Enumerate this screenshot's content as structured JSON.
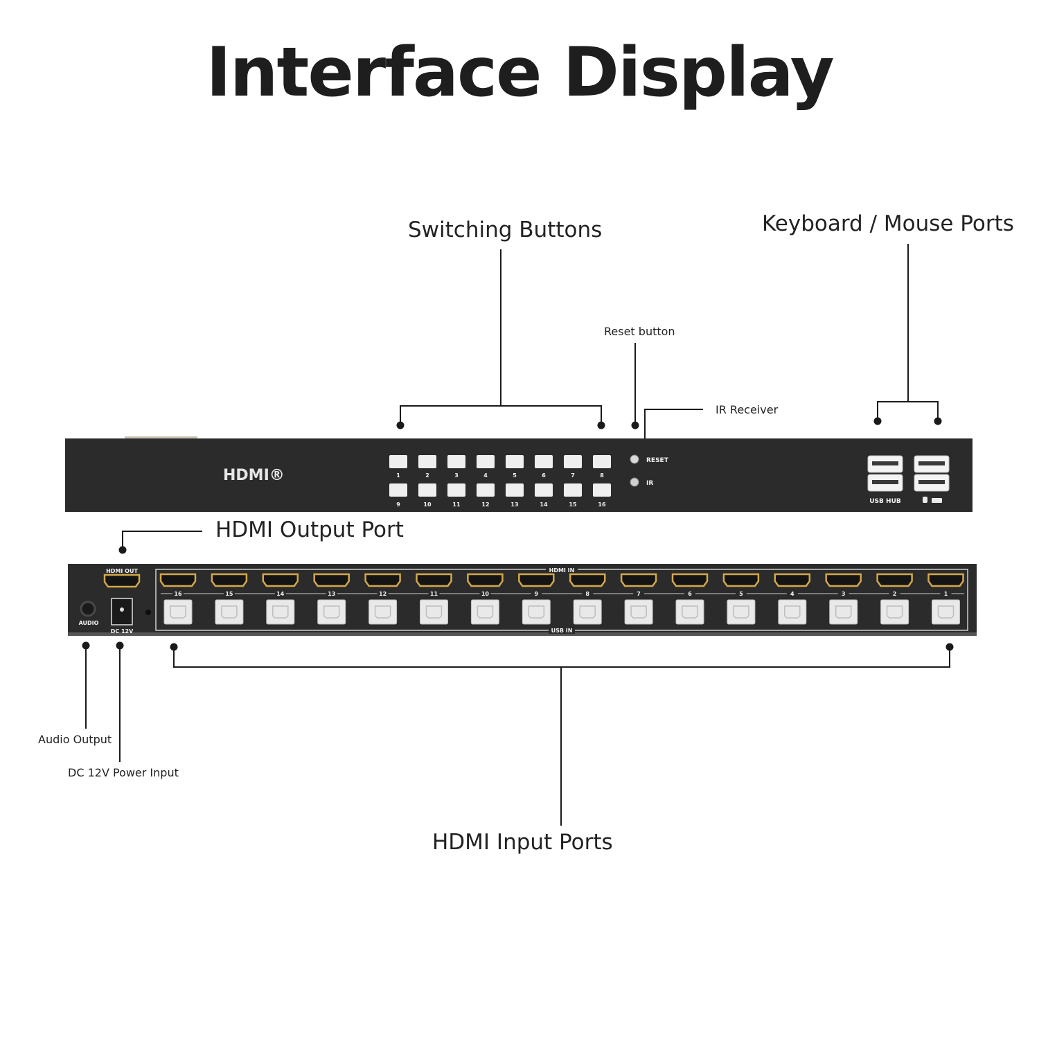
{
  "title": "Interface Display",
  "labels": {
    "switching_buttons": "Switching Buttons",
    "keyboard_mouse_ports": "Keyboard / Mouse Ports",
    "reset_button": "Reset button",
    "ir_receiver": "IR Receiver",
    "hdmi_output_port": "HDMI Output Port",
    "audio_output": "Audio Output",
    "dc_power_input": "DC 12V Power Input",
    "hdmi_input_ports": "HDMI Input Ports"
  },
  "front_panel": {
    "logo": "HDMI",
    "button_numbers_top": [
      "1",
      "2",
      "3",
      "4",
      "5",
      "6",
      "7",
      "8"
    ],
    "button_numbers_bottom": [
      "9",
      "10",
      "11",
      "12",
      "13",
      "14",
      "15",
      "16"
    ],
    "reset_text": "RESET",
    "ir_text": "IR",
    "usb_hub_text": "USB HUB"
  },
  "rear_panel": {
    "hdmi_out_text": "HDMI OUT",
    "hdmi_in_text": "HDMI IN",
    "usb_in_text": "USB IN",
    "audio_text": "AUDIO",
    "dc_text": "DC 12V",
    "port_numbers": [
      "16",
      "15",
      "14",
      "13",
      "12",
      "11",
      "10",
      "9",
      "8",
      "7",
      "6",
      "5",
      "4",
      "3",
      "2",
      "1"
    ]
  },
  "colors": {
    "panel": "#2b2b2b",
    "hdmi_port_gold": "#d4a84a",
    "usb_port": "#e9e9e9",
    "button": "#efefef",
    "line": "#1a1a1a"
  }
}
